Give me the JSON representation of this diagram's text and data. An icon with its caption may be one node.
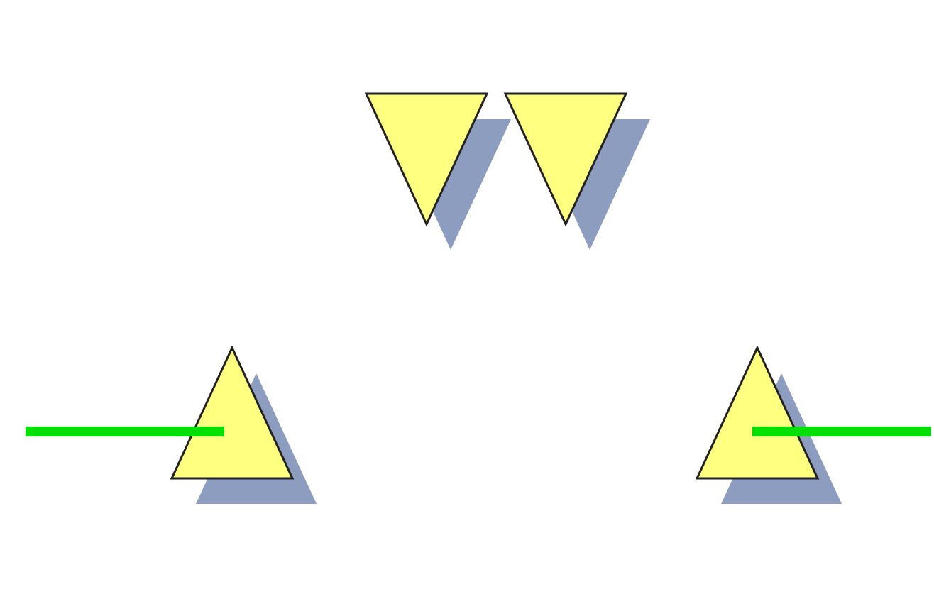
{
  "diagram": {
    "nodes": [
      {
        "text": [],
        "shape": "triangle"
      },
      {
        "text": [],
        "shape": "triangle"
      },
      {
        "text": [],
        "shape": "triangle"
      },
      {
        "text": [],
        "shape": "triangle"
      }
    ],
    "edges": [
      {
        "from": null,
        "to": 2,
        "arrow": "none"
      },
      {
        "from": 3,
        "to": null,
        "arrow": "none"
      }
    ]
  }
}
